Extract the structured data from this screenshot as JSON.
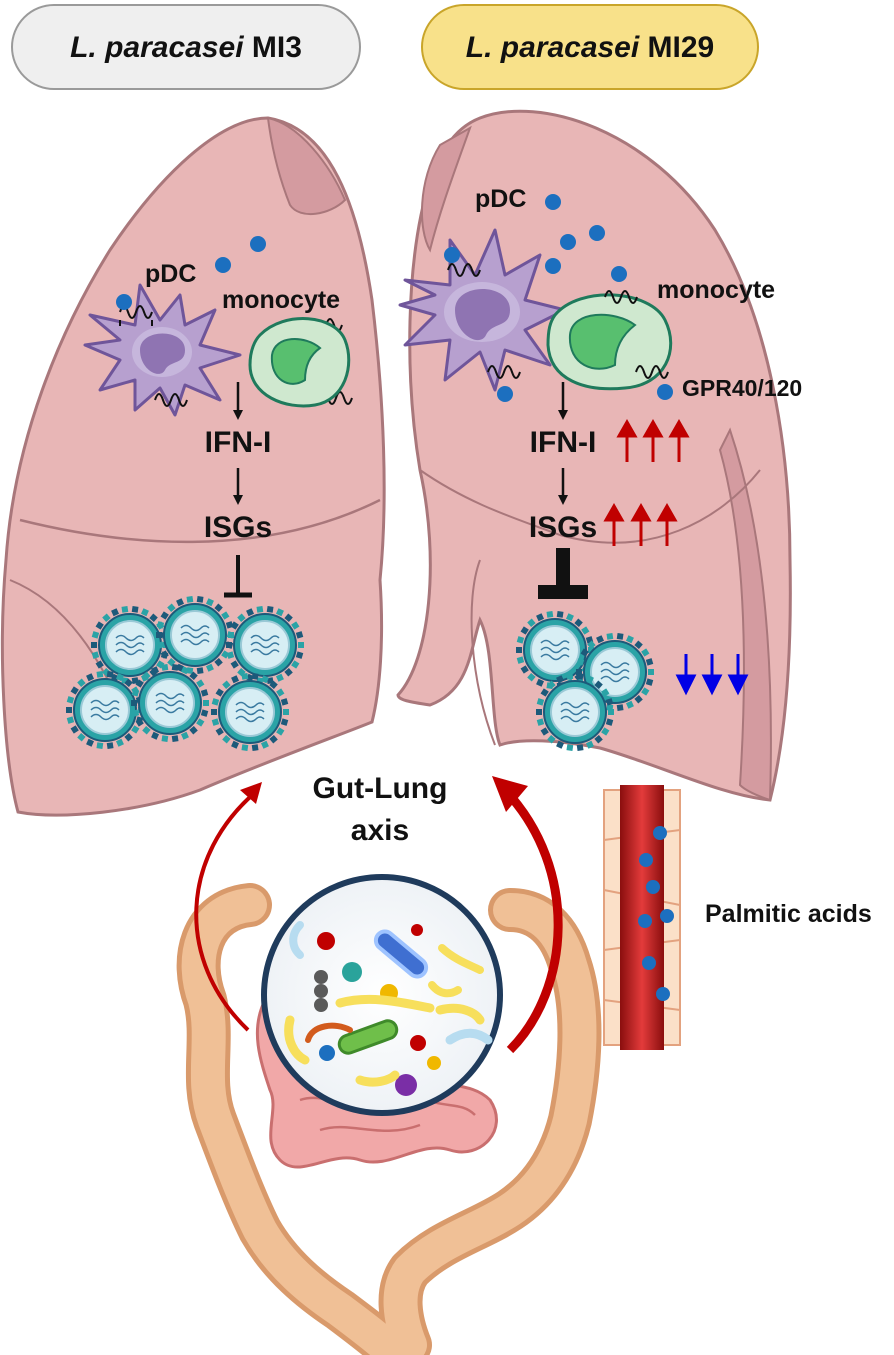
{
  "titles": {
    "left": {
      "species": "L. paracasei",
      "strain": " MI3"
    },
    "right": {
      "species": "L. paracasei",
      "strain": " MI29"
    }
  },
  "left_lung": {
    "pdc": "pDC",
    "monocyte": "monocyte",
    "ifn": "IFN-I",
    "isgs": "ISGs"
  },
  "right_lung": {
    "pdc": "pDC",
    "monocyte": "monocyte",
    "receptor": "GPR40/120",
    "ifn": "IFN-I",
    "isgs": "ISGs"
  },
  "axis_label": {
    "line1": "Gut-Lung",
    "line2": "axis"
  },
  "vessel_label": "Palmitic acids",
  "colors": {
    "lung": "#e8b6b6",
    "lung_edge": "#a9777b",
    "title_left_fill": "#efefef",
    "title_right_fill": "#f8e18a",
    "up_arrow": "#c00000",
    "down_arrow": "#0000e6",
    "fatty_acid_dot": "#1c6fbf",
    "gut_arc": "#c00000",
    "virus": "#2aa3a6",
    "pdc": "#b7a0cf",
    "monocyte": "#cfe8cf"
  }
}
